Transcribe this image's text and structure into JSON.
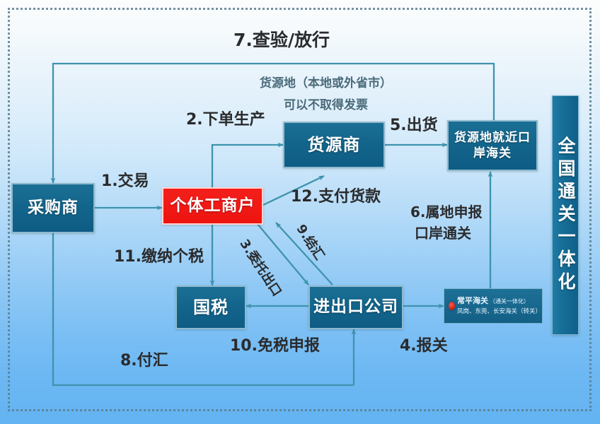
{
  "diagram": {
    "title_vertical": "全国通关一体化",
    "nodes": {
      "buyer": "采购商",
      "individual": "个体工商户",
      "supplier": "货源商",
      "source_customs": "货源地就近口岸海关",
      "source_customs_l1": "货源地就近口",
      "source_customs_l2": "岸海关",
      "tax_bureau": "国税",
      "import_export": "进出口公司",
      "local_customs_main": "常平海关",
      "local_customs_main_note": "（通关一体化）",
      "local_customs_sub": "凤岗、东莞、长安海关（转关）"
    },
    "flow_labels": {
      "s1": "1.交易",
      "s2": "2.下单生产",
      "s3": "3.委托出口",
      "s4": "4.报关",
      "s5": "5.出货",
      "s6_l1": "6.属地申报",
      "s6_l2": "口岸通关",
      "s7": "7.查验/放行",
      "s8": "8.付汇",
      "s9": "9.结汇",
      "s10": "10.免税申报",
      "s11": "11.缴纳个税",
      "s12": "12.支付货款"
    },
    "annotations": {
      "source_note_l1": "货源地（本地或外省市）",
      "source_note_l2": "可以不取得发票"
    },
    "colors": {
      "node_blue": "#14668d",
      "node_red": "#ee1410",
      "wire": "#3f93ae",
      "frame_dots": "#5b7f90",
      "text_dark": "#2a2b2d",
      "text_grey_blue": "#4a6a7a"
    }
  }
}
